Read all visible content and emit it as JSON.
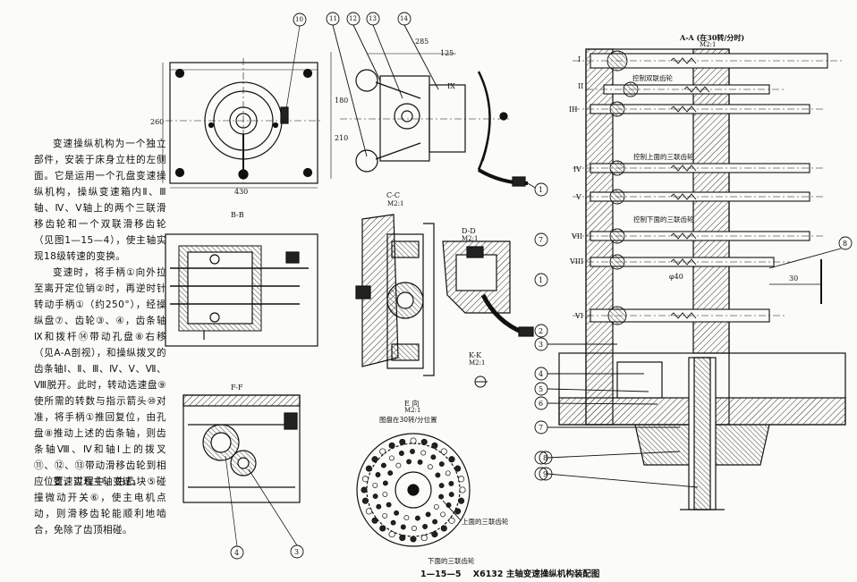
{
  "text": {
    "p1": "变速操纵机构为一个独立部件，安装于床身立柱的左侧面。它是运用一个孔盘变速操纵机构，操纵变速箱内Ⅱ、Ⅲ轴、Ⅳ、Ⅴ轴上的两个三联滑移齿轮和一个双联滑移齿轮（见图1—15—4），使主轴实现18级转速的变换。",
    "p2": "变速时，将手柄①向外拉至离开定位销②时，再逆时针转动手柄①（约250°），经操纵盘⑦、齿轮③、④，齿条轴Ⅸ和拨杆⑭带动孔盘⑧右移（见A-A剖视），和操纵拨叉的齿条轴Ⅰ、Ⅱ、Ⅲ、Ⅳ、Ⅴ、Ⅶ、Ⅷ脱开。此时，转动选速盘⑨使所需的转数与指示箭头⑩对准，将手柄①推回复位，由孔盘⑧推动上述的齿条轴，则齿条轴Ⅷ、Ⅳ和轴Ⅰ上的拨叉⑪、⑫、⑬带动滑移齿轮到相应位置，实现主轴变速。",
    "p3": "变速过程中，由凸块⑤碰撞微动开关⑥，使主电机点动，则滑移齿轮能顺利地啮合，免除了齿顶相碰。"
  },
  "caption": {
    "number": "1—15—5",
    "title": "X6132 主轴变速操纵机构装配图"
  },
  "section_titles": {
    "aa": "A-A (在30转/分时)",
    "aa_scale": "M2:1",
    "bb": "B-B",
    "cc": "C-C",
    "cc_scale": "M2:1",
    "dd": "D-D",
    "dd_scale": "M2:1",
    "ff": "F-F",
    "kk": "K-K",
    "kk_scale": "M2:1",
    "e_view": "E 向",
    "e_scale": "M2:1",
    "e_note": "图盘在30转/分位置"
  },
  "callouts": {
    "upper_triple": "上面的三联齿轮",
    "lower_triple": "下面的三联齿轮",
    "ctrl_double": "控制双联齿轮",
    "ctrl_upper": "控制上面的三联齿轮",
    "ctrl_lower": "控制下面的三联齿轮"
  },
  "dims": {
    "d430": "430",
    "d260": "260",
    "d285": "285",
    "d125": "125",
    "d180": "180",
    "d210": "210",
    "d30": "30",
    "phi": "φ40"
  },
  "roman_labels": {
    "I": "I",
    "II": "II",
    "III": "III",
    "IV": "IV",
    "V": "V",
    "VII": "VII",
    "VIII": "VIII",
    "VI": "VI",
    "IX": "IX"
  },
  "part_numbers": [
    "1",
    "2",
    "3",
    "4",
    "5",
    "6",
    "7",
    "8",
    "9",
    "10",
    "11",
    "12",
    "13",
    "14"
  ],
  "colors": {
    "ink": "#111111",
    "paper": "#fbfbf8",
    "hatch": "#333333"
  }
}
